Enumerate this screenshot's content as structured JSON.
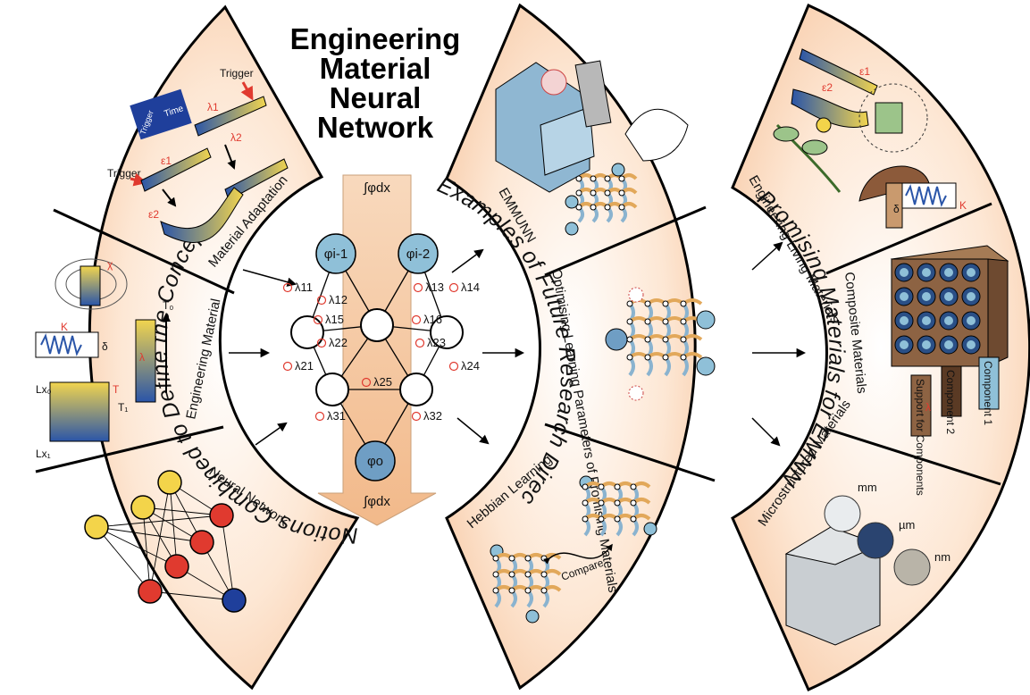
{
  "title_lines": [
    "Engineering",
    "Material",
    "Neural",
    "Network"
  ],
  "left_ring": {
    "arc_title": "Notions Combined to Define the Concept",
    "sectors": [
      "Material Adaptation",
      "Engineering Material",
      "Neural Network"
    ],
    "adaptation_labels": {
      "trigger_a": "Trigger",
      "trigger_b": "Trigger",
      "trigger_c": "Trigger",
      "time": "Time",
      "lambda1": "λ1",
      "lambda2": "λ2",
      "eps1": "ε1",
      "eps2": "ε2"
    },
    "engineering_labels": {
      "k": "K",
      "delta": "δ",
      "lambda": "λ",
      "t0": "T₀",
      "t1": "T₁",
      "t": "T",
      "lx0": "Lx₀",
      "lx1": "Lx₁",
      "chi": "χ"
    }
  },
  "center": {
    "integral_top": "∫φdx",
    "integral_bottom": "∫φdx",
    "nodes": {
      "phi_i1": "φi-1",
      "phi_i2": "φi-2",
      "phi_o": "φo"
    },
    "lambdas": [
      "λ11",
      "λ12",
      "λ13",
      "λ14",
      "λ15",
      "λ16",
      "λ21",
      "λ22",
      "λ23",
      "λ24",
      "λ25",
      "λ31",
      "λ32"
    ]
  },
  "middle_ring": {
    "arc_title": "Examples of Future Research Directions",
    "sectors": [
      "EMMUNN",
      "Optimising Learning Parameters of Promising Materials",
      "Hebbian Learning"
    ],
    "compare": "Compare"
  },
  "right_ring": {
    "arc_title": "Promising Materials for EMNN",
    "sectors": [
      "Engineering Living Materials",
      "Composite Materials",
      "Microstructured Materials"
    ],
    "composite_labels": [
      "Support for Components",
      "Component 2",
      "Component 1"
    ],
    "composite_symbol": "λ",
    "living_labels": {
      "eps1": "ε1",
      "eps2": "ε2",
      "delta": "δ",
      "k": "K"
    },
    "scales": [
      "mm",
      "µm",
      "nm"
    ]
  },
  "colors": {
    "peach": "#f6c9a4",
    "blue_node": "#8fc0d8",
    "dark_blue": "#1f3f9b",
    "yellow": "#f3d44a",
    "red": "#e03a2f",
    "arrow_fill": "#f3c39a"
  }
}
